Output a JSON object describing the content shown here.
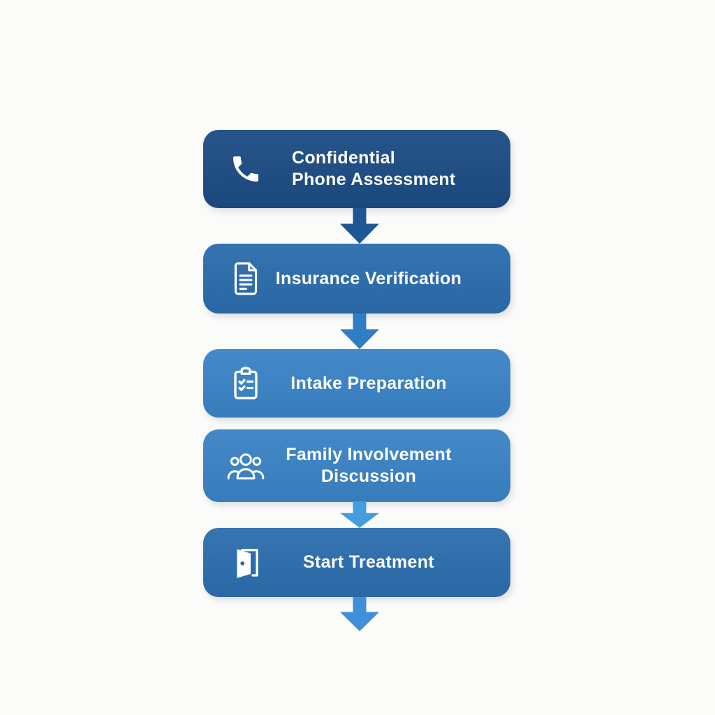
{
  "canvas": {
    "background": "#fbfbfa",
    "text_color": "#fdfeff"
  },
  "flowchart": {
    "steps": [
      {
        "label": "Confidential\nPhone Assessment",
        "icon": "phone",
        "color": "#1c4c83"
      },
      {
        "label": "Insurance Verification",
        "icon": "document",
        "color": "#2b6cad"
      },
      {
        "label": "Intake Preparation",
        "icon": "clipboard-checklist",
        "color": "#3a83c6"
      },
      {
        "label": "Family Involvement\nDiscussion",
        "icon": "people-group",
        "color": "#3a82c5"
      },
      {
        "label": "Start Treatment",
        "icon": "open-door",
        "color": "#2c6dae"
      }
    ],
    "arrows": [
      {
        "after": "Confidential Phone Assessment",
        "color": "#1f5694"
      },
      {
        "after": "Insurance Verification",
        "color": "#2f7dc2"
      },
      {
        "after": "Family Involvement Discussion",
        "color": "#459cde"
      },
      {
        "after": "Start Treatment",
        "color": "#3f90d8"
      }
    ]
  }
}
